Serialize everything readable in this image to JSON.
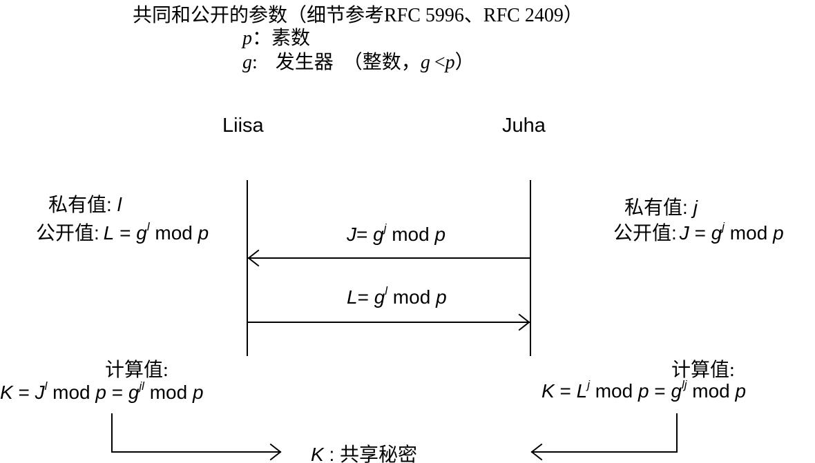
{
  "header": {
    "title": "共同和公开的参数（细节参考RFC 5996、RFC 2409）",
    "p_symbol": "p",
    "p_sep": "：",
    "p_desc": "素数",
    "g_symbol": "g",
    "g_sep": ":",
    "g_desc": "发生器",
    "g_note_open": "（整数，",
    "g_note_g": "g",
    "g_note_lt": "<",
    "g_note_p": "p",
    "g_note_close": "）"
  },
  "parties": {
    "left_name": "Liisa",
    "right_name": "Juha"
  },
  "left": {
    "private_label": "私有值",
    "private_sep": ":",
    "private_value": "l",
    "public_label": "公开值",
    "public_sep": ":",
    "public_var": "L",
    "public_eq": " = ",
    "public_base": "g",
    "public_exp": "l",
    "public_mod": " mod ",
    "public_p": "p"
  },
  "right": {
    "private_label": "私有值",
    "private_sep": ":",
    "private_value": "j",
    "public_label": "公开值",
    "public_sep": ":",
    "public_var": "J",
    "public_eq": " = ",
    "public_base": "g",
    "public_exp": "j",
    "public_mod": " mod ",
    "public_p": "p"
  },
  "messages": {
    "to_left_var": "J",
    "to_left_eq": "= ",
    "to_left_base": "g",
    "to_left_exp": "j",
    "to_left_mod": " mod ",
    "to_left_p": "p",
    "to_right_var": "L",
    "to_right_eq": "= ",
    "to_right_base": "g",
    "to_right_exp": "l",
    "to_right_mod": " mod ",
    "to_right_p": "p"
  },
  "compute_left": {
    "label": "计算值:",
    "k": "K",
    "eq1": " = ",
    "base1": "J",
    "exp1": "l",
    "mod1": " mod ",
    "p1": "p",
    "eq2": " = ",
    "base2": "g",
    "exp2": "jl",
    "mod2": " mod ",
    "p2": "p"
  },
  "compute_right": {
    "label": "计算值:",
    "k": "K",
    "eq1": " = ",
    "base1": "L",
    "exp1": "j",
    "mod1": " mod ",
    "p1": "p",
    "eq2": " = ",
    "base2": "g",
    "exp2": "lj",
    "mod2": " mod ",
    "p2": "p"
  },
  "shared": {
    "k": "K",
    "sep": " : ",
    "label": "共享秘密"
  }
}
